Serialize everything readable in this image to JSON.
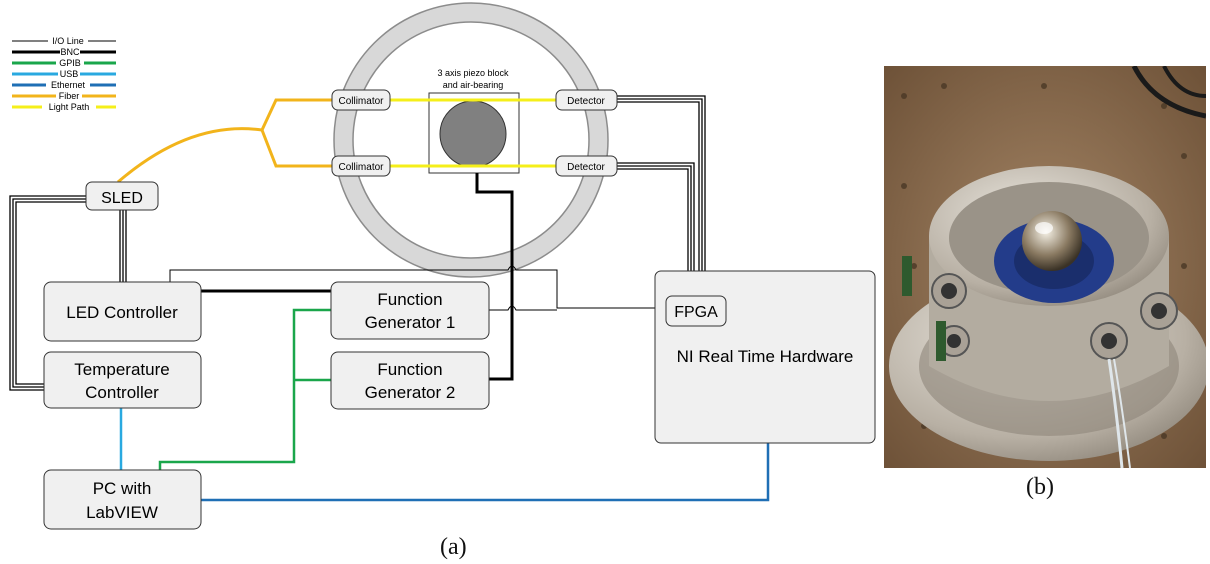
{
  "legend": [
    {
      "label": "I/O Line",
      "color": "#000000"
    },
    {
      "label": "BNC",
      "color": "#000000"
    },
    {
      "label": "GPIB",
      "color": "#1aa64b"
    },
    {
      "label": "USB",
      "color": "#29a9e0"
    },
    {
      "label": "Ethernet",
      "color": "#1f6fb5"
    },
    {
      "label": "Fiber",
      "color": "#f2b41b"
    },
    {
      "label": "Light Path",
      "color": "#f5ef1a"
    }
  ],
  "blocks": {
    "sled": "SLED",
    "led_controller": "LED Controller",
    "temperature_controller": [
      "Temperature",
      "Controller"
    ],
    "function_generator_1": [
      "Function",
      "Generator 1"
    ],
    "function_generator_2": [
      "Function",
      "Generator 2"
    ],
    "pc": [
      "PC with",
      "LabVIEW"
    ],
    "fpga": "FPGA",
    "ni_hardware": "NI Real Time Hardware",
    "collimator_top": "Collimator",
    "collimator_bottom": "Collimator",
    "detector_top": "Detector",
    "detector_bottom": "Detector",
    "piezo_label": [
      "3 axis piezo block",
      "and air-bearing"
    ]
  },
  "captions": {
    "a": "(a)",
    "b": "(b)"
  },
  "colors": {
    "box_fill": "#f0f0f0",
    "ring_fill": "#d8d8d8",
    "ball_fill": "#808080",
    "photo_bg": "#8a6a4c"
  }
}
